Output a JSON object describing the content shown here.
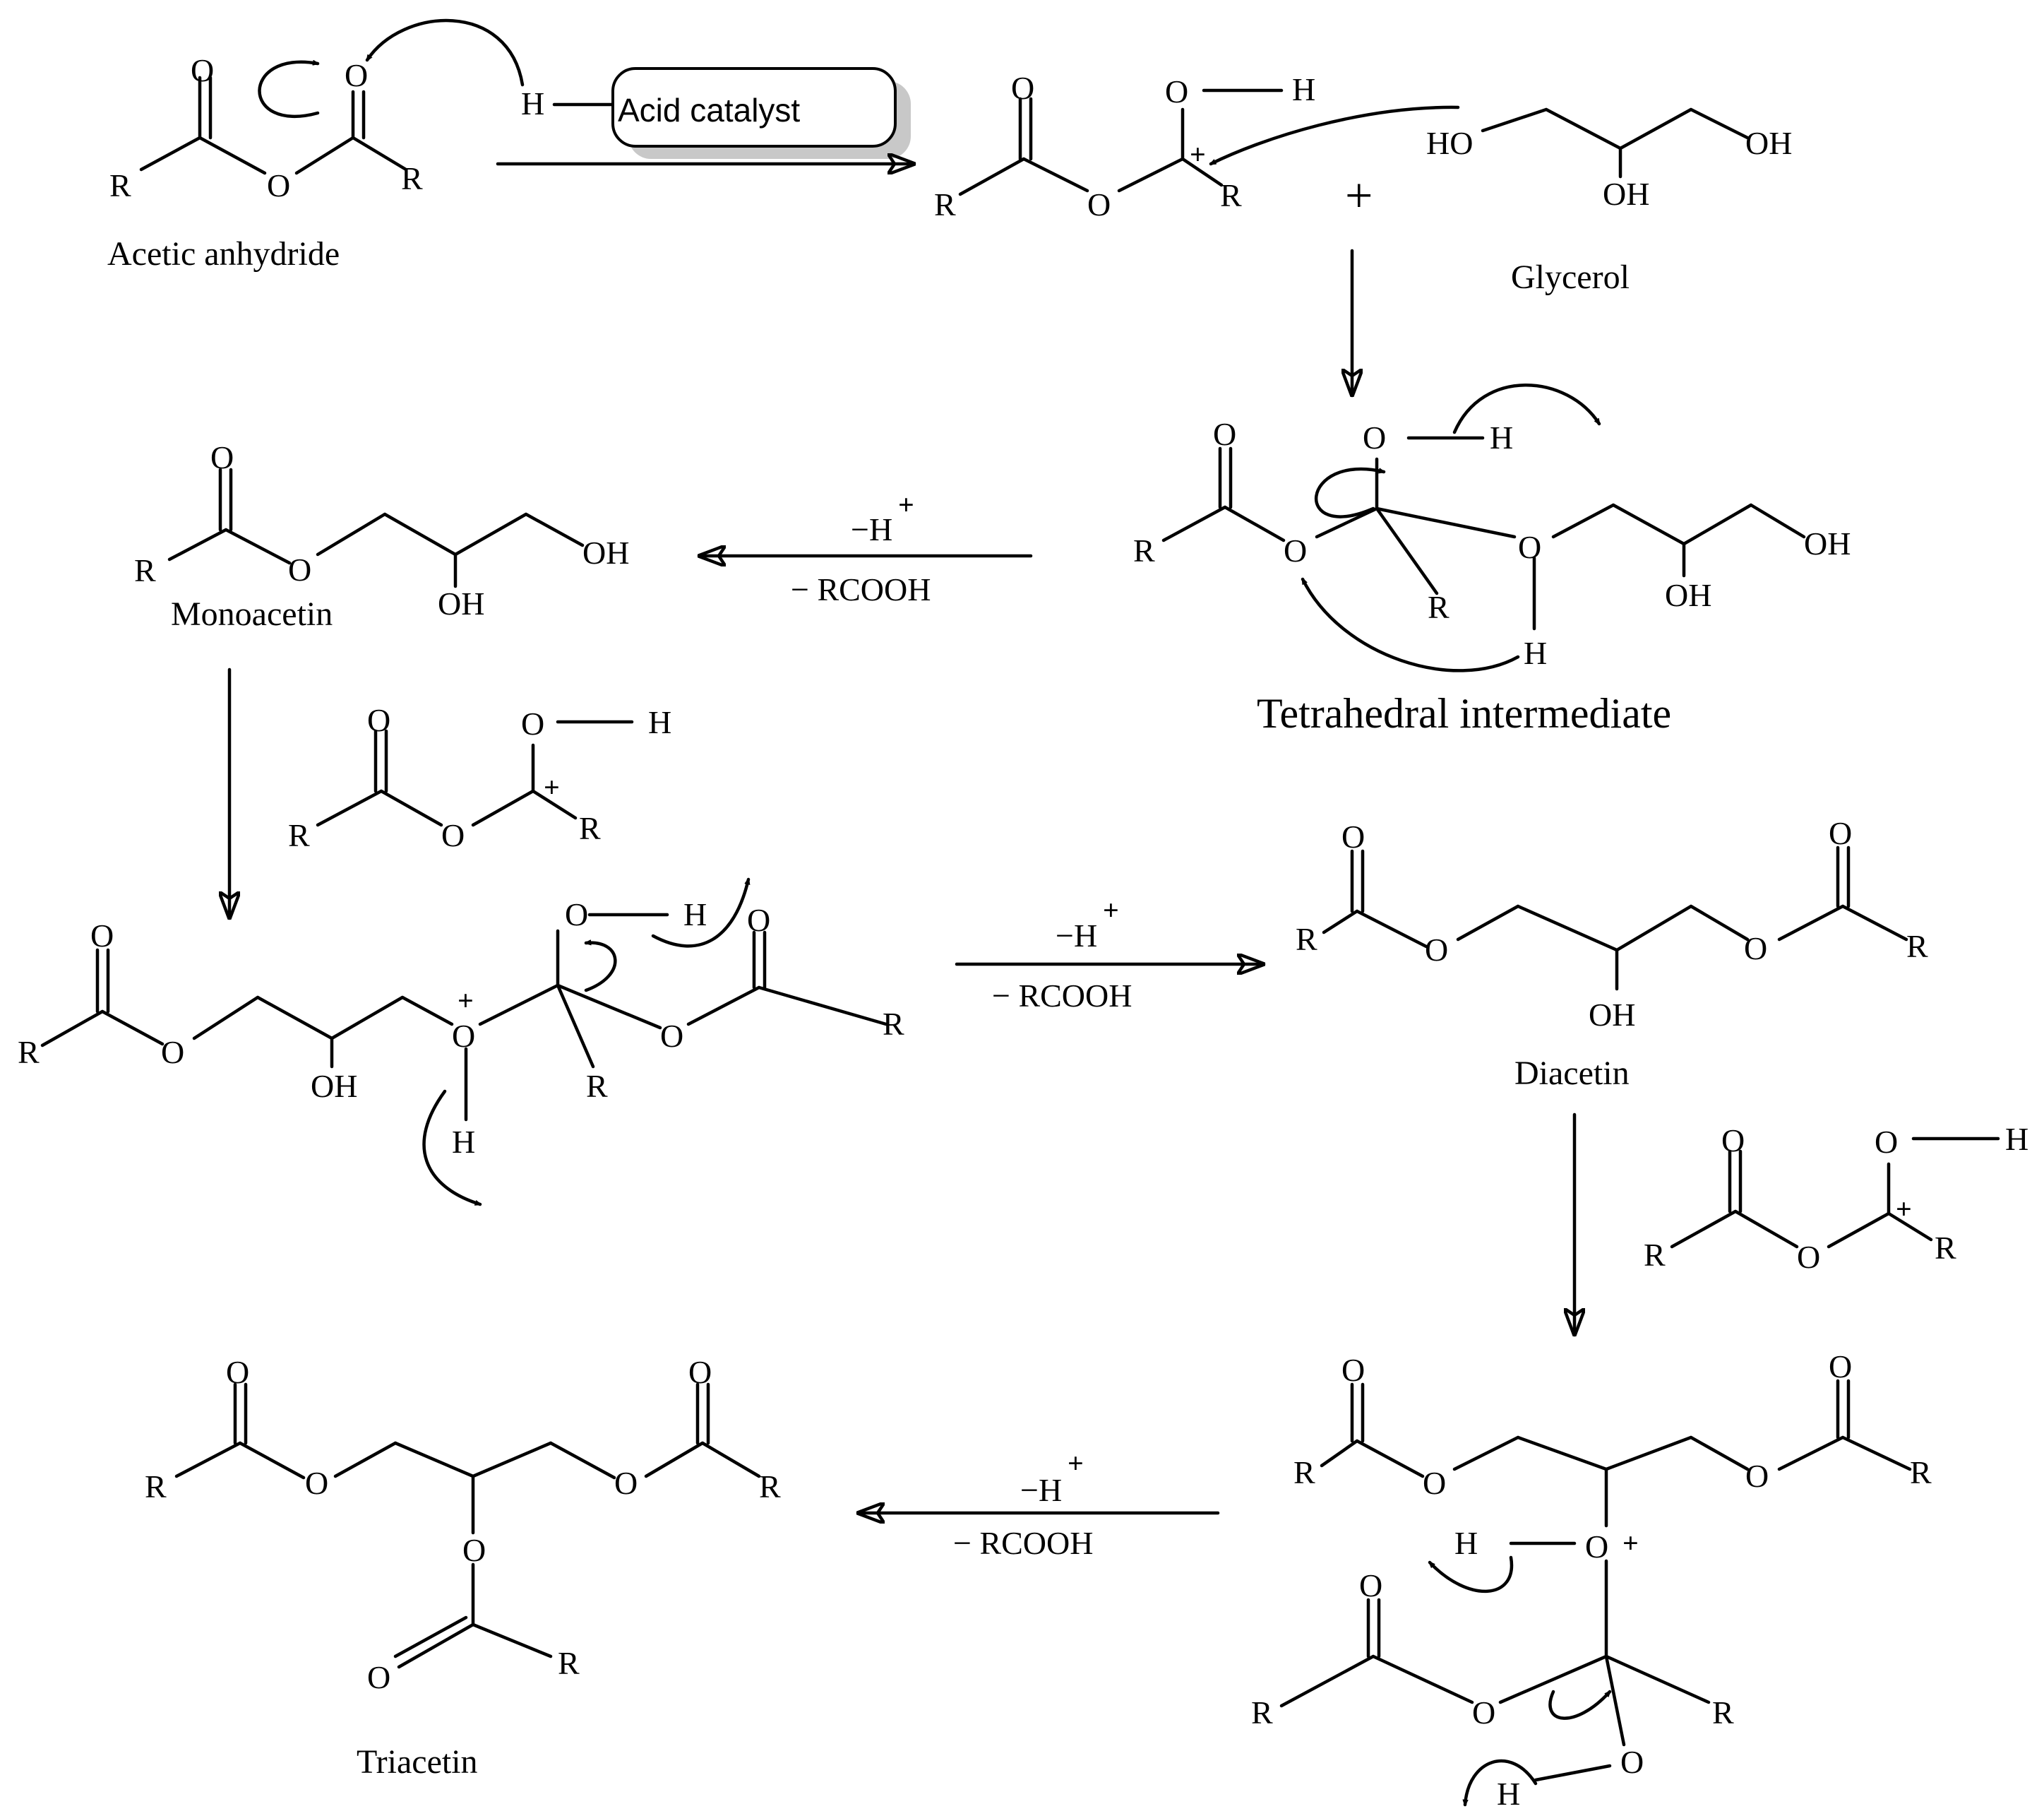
{
  "labels": {
    "acetic_anhydride": "Acetic anhydride",
    "acid_catalyst": "Acid catalyst",
    "glycerol": "Glycerol",
    "tetrahedral_intermediate": "Tetrahedral intermediate",
    "monoacetin": "Monoacetin",
    "diacetin": "Diacetin",
    "triacetin": "Triacetin"
  },
  "conditions": {
    "step1": {
      "top": "−H",
      "top_charge": "+",
      "bottom": "− RCOOH"
    },
    "step2": {
      "top": "−H",
      "top_charge": "+",
      "bottom": "− RCOOH"
    },
    "step3": {
      "top": "−H",
      "top_charge": "+",
      "bottom": "− RCOOH"
    }
  },
  "symbols": {
    "plus": "+"
  },
  "atoms": {
    "R": "R",
    "O": "O",
    "H": "H",
    "OH": "OH",
    "HO": "HO",
    "plus_charge": "+"
  }
}
